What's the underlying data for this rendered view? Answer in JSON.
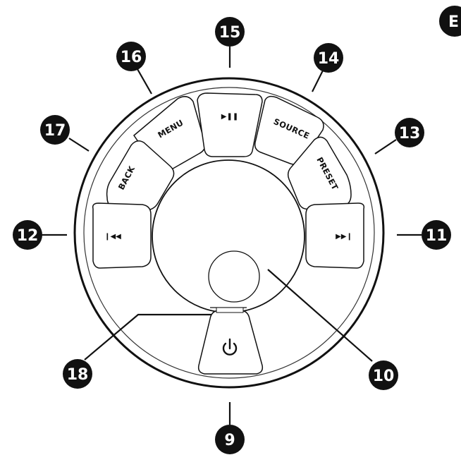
{
  "panel_letter": "E",
  "buttons": {
    "play_pause_glyph": "▶❚❚",
    "source_label": "SOURCE",
    "menu_label": "MENU",
    "back_label": "BACK",
    "preset_label": "PRESET",
    "prev_glyph": "❙◀◀",
    "next_glyph": "▶▶❙"
  },
  "callouts": [
    "9",
    "10",
    "11",
    "12",
    "13",
    "14",
    "15",
    "16",
    "17",
    "18"
  ]
}
